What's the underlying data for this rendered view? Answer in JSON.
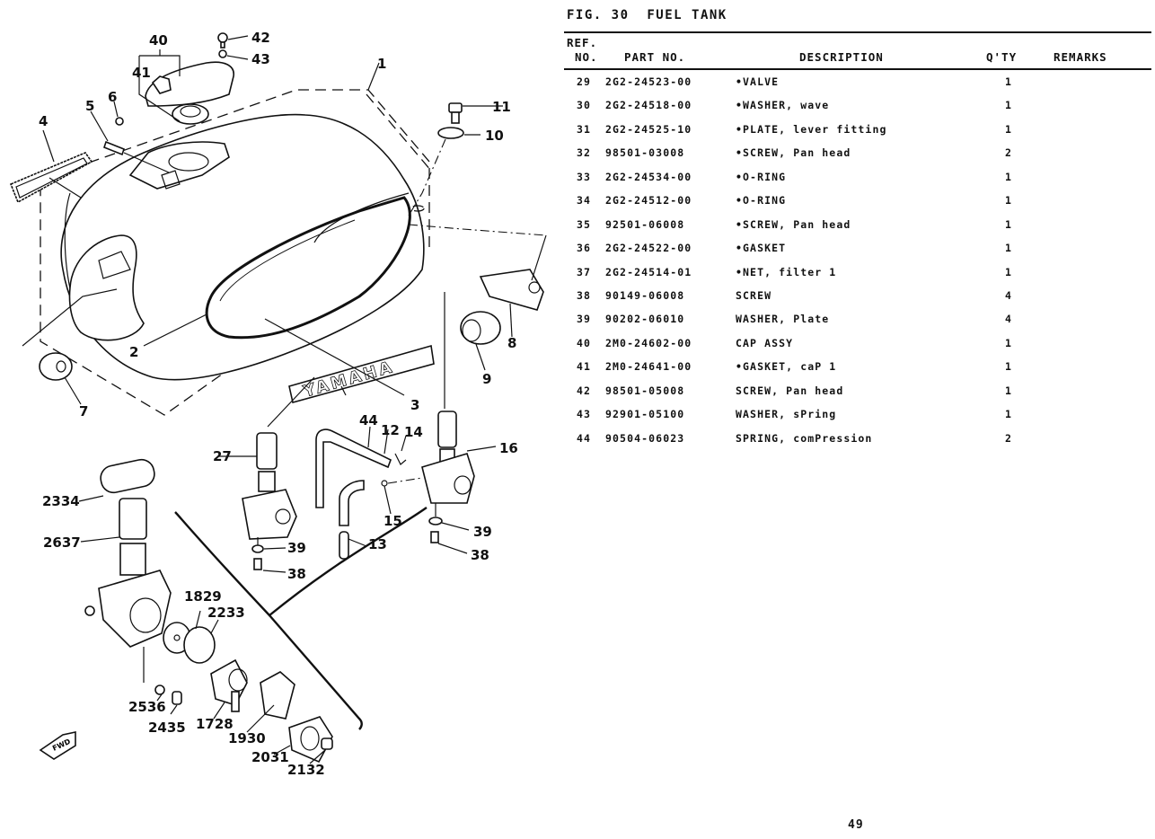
{
  "figure": {
    "label": "FIG. 30",
    "title": "FUEL TANK"
  },
  "table": {
    "headers": {
      "ref_line1": "REF.",
      "ref_line2": "NO.",
      "part_no": "PART NO.",
      "description": "DESCRIPTION",
      "qty": "Q'TY",
      "remarks": "REMARKS"
    },
    "rows": [
      {
        "ref": "29",
        "part_no": "2G2-24523-00",
        "description": "•VALVE",
        "qty": "1",
        "remarks": ""
      },
      {
        "ref": "30",
        "part_no": "2G2-24518-00",
        "description": "•WASHER, wave",
        "qty": "1",
        "remarks": ""
      },
      {
        "ref": "31",
        "part_no": "2G2-24525-10",
        "description": "•PLATE, lever fitting",
        "qty": "1",
        "remarks": ""
      },
      {
        "ref": "32",
        "part_no": "98501-03008",
        "description": "•SCREW, Pan head",
        "qty": "2",
        "remarks": ""
      },
      {
        "ref": "33",
        "part_no": "2G2-24534-00",
        "description": "•O-RING",
        "qty": "1",
        "remarks": ""
      },
      {
        "ref": "34",
        "part_no": "2G2-24512-00",
        "description": "•O-RING",
        "qty": "1",
        "remarks": ""
      },
      {
        "ref": "35",
        "part_no": "92501-06008",
        "description": "•SCREW, Pan head",
        "qty": "1",
        "remarks": ""
      },
      {
        "ref": "36",
        "part_no": "2G2-24522-00",
        "description": "•GASKET",
        "qty": "1",
        "remarks": ""
      },
      {
        "ref": "37",
        "part_no": "2G2-24514-01",
        "description": "•NET, filter 1",
        "qty": "1",
        "remarks": ""
      },
      {
        "ref": "38",
        "part_no": "90149-06008",
        "description": "SCREW",
        "qty": "4",
        "remarks": ""
      },
      {
        "ref": "39",
        "part_no": "90202-06010",
        "description": "WASHER, Plate",
        "qty": "4",
        "remarks": ""
      },
      {
        "ref": "40",
        "part_no": "2M0-24602-00",
        "description": "CAP ASSY",
        "qty": "1",
        "remarks": ""
      },
      {
        "ref": "41",
        "part_no": "2M0-24641-00",
        "description": "•GASKET, caP 1",
        "qty": "1",
        "remarks": ""
      },
      {
        "ref": "42",
        "part_no": "98501-05008",
        "description": "SCREW, Pan head",
        "qty": "1",
        "remarks": ""
      },
      {
        "ref": "43",
        "part_no": "92901-05100",
        "description": "WASHER, sPring",
        "qty": "1",
        "remarks": ""
      },
      {
        "ref": "44",
        "part_no": "90504-06023",
        "description": "SPRING, comPression",
        "qty": "2",
        "remarks": ""
      }
    ]
  },
  "diagram": {
    "tank_emblem": "YAMAHA",
    "fwd_label": "FWD",
    "callouts": [
      "1",
      "2",
      "3",
      "4",
      "5",
      "6",
      "7",
      "8",
      "9",
      "10",
      "11",
      "12",
      "13",
      "14",
      "15",
      "16",
      "27",
      "38",
      "39",
      "38",
      "39",
      "40",
      "41",
      "42",
      "43",
      "44",
      "2334",
      "2637",
      "1829",
      "2233",
      "2536",
      "2435",
      "1728",
      "1930",
      "2031",
      "2132"
    ]
  },
  "page": {
    "number": "49"
  }
}
